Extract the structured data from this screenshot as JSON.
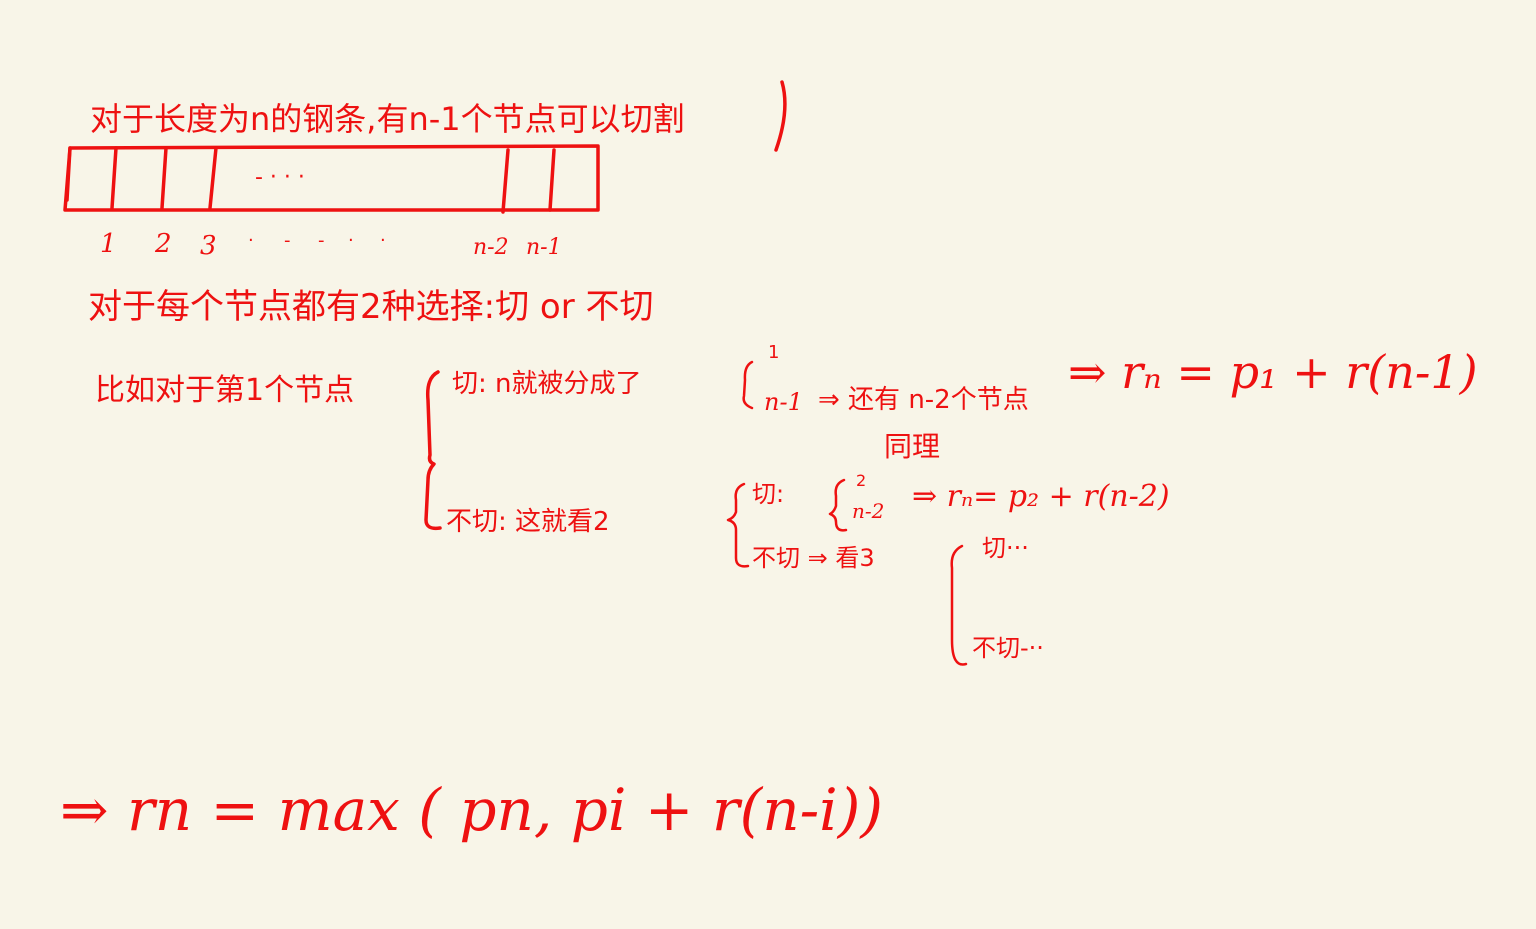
{
  "notes": {
    "line1": "对于长度为n的钢条,有n-1个节点可以切割",
    "rod_dots_inner": "- · · ·",
    "node_labels": [
      "1",
      "2",
      "3",
      "·",
      "-",
      "-",
      "·",
      "·",
      "n-2",
      "n-1"
    ],
    "line2": "对于每个节点都有2种选择:切 or 不切",
    "line3_lead": "比如对于第1个节点",
    "branch_cut": "切: n就被分成了",
    "branch_cut_top": "1",
    "branch_cut_bottom": "n-1",
    "branch_cut_result": "⇒ 还有 n-2个节点",
    "same_problem": "同理",
    "formula_1": "⇒ rₙ = p₁ + r(n-1)",
    "branch_nocut": "不切: 这就看2",
    "sub_cut": "切:",
    "sub_cut_top": "2",
    "sub_cut_bottom": "n-2",
    "sub_cut_result": "⇒ rₙ= p₂ + r(n-2)",
    "sub_nocut": "不切 ⇒ 看3",
    "sub_sub_cut": "切···",
    "sub_sub_nocut": "不切-··",
    "final_formula": "⇒ rn = max ( pn,   pi + r(n-i))"
  }
}
